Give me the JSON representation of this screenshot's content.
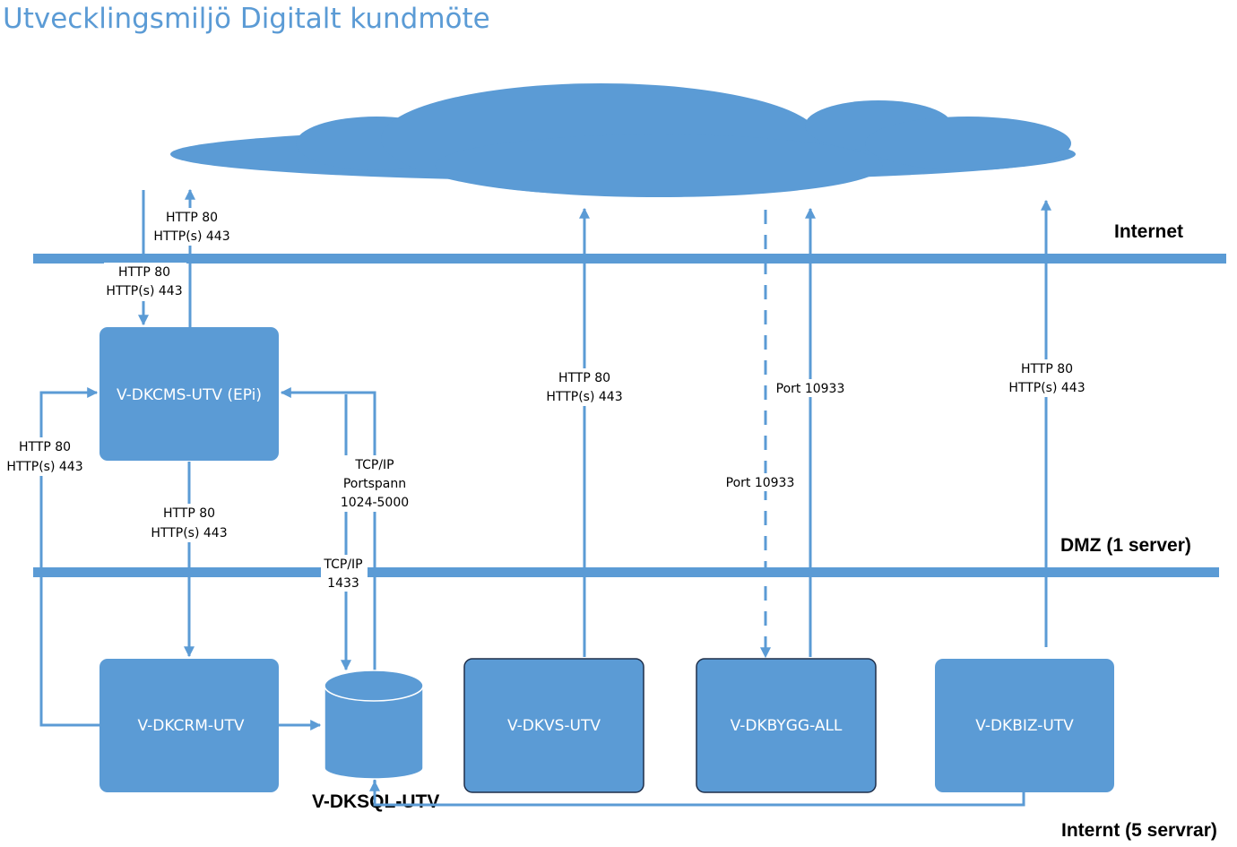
{
  "title": "Utvecklingsmiljö Digitalt kundmöte",
  "zones": {
    "internet": "Internet",
    "dmz": "DMZ (1 server)",
    "internal": "Internt (5 servrar)"
  },
  "servers": {
    "cms": "V-DKCMS-UTV (EPi)",
    "crm": "V-DKCRM-UTV",
    "sql": "V-DKSQL-UTV",
    "vs": "V-DKVS-UTV",
    "bygg": "V-DKBYGG-ALL",
    "biz": "V-DKBIZ-UTV"
  },
  "connections": {
    "cms_out": {
      "line1": "HTTP 80",
      "line2": "HTTP(s) 443"
    },
    "cms_in": {
      "line1": "HTTP 80",
      "line2": "HTTP(s) 443"
    },
    "crm_to_cms": {
      "line1": "HTTP 80",
      "line2": "HTTP(s) 443"
    },
    "cms_to_crm": {
      "line1": "HTTP 80",
      "line2": "HTTP(s) 443"
    },
    "sql_to_cms": {
      "line1": "TCP/IP",
      "line2": "Portspann",
      "line3": "1024-5000"
    },
    "cms_to_sql": {
      "line1": "TCP/IP",
      "line2": "1433"
    },
    "vs_out": {
      "line1": "HTTP 80",
      "line2": "HTTP(s) 443"
    },
    "bygg_out": {
      "line1": "Port 10933"
    },
    "bygg_in": {
      "line1": "Port 10933"
    },
    "biz_out": {
      "line1": "HTTP 80",
      "line2": "HTTP(s) 443"
    }
  },
  "colors": {
    "accent": "#5b9bd5",
    "box_border_dark": "#1f2f4a",
    "text": "#000000"
  }
}
